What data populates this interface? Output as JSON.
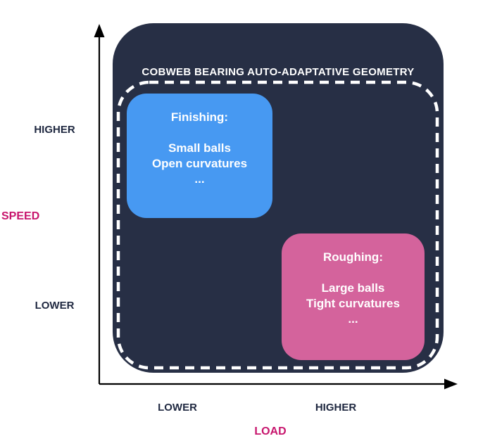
{
  "colors": {
    "panel_background": "#272f45",
    "finishing_box": "#4799f2",
    "roughing_box": "#d4639c",
    "axis_line": "#000000",
    "axis_label_text": "#1f2840",
    "accent_label_text": "#c7156d",
    "dashed_border": "#ffffff",
    "box_text": "#ffffff",
    "title_text": "#ffffff"
  },
  "diagram": {
    "title": "COBWEB BEARING AUTO-ADAPTATIVE GEOMETRY",
    "y_axis": {
      "label": "SPEED",
      "high_label": "HIGHER",
      "low_label": "LOWER"
    },
    "x_axis": {
      "label": "LOAD",
      "low_label": "LOWER",
      "high_label": "HIGHER"
    },
    "regions": [
      {
        "heading": "Finishing:",
        "lines": [
          "Small balls",
          "Open curvatures",
          "..."
        ]
      },
      {
        "heading": "Roughing:",
        "lines": [
          "Large balls",
          "Tight curvatures",
          "..."
        ]
      }
    ]
  }
}
